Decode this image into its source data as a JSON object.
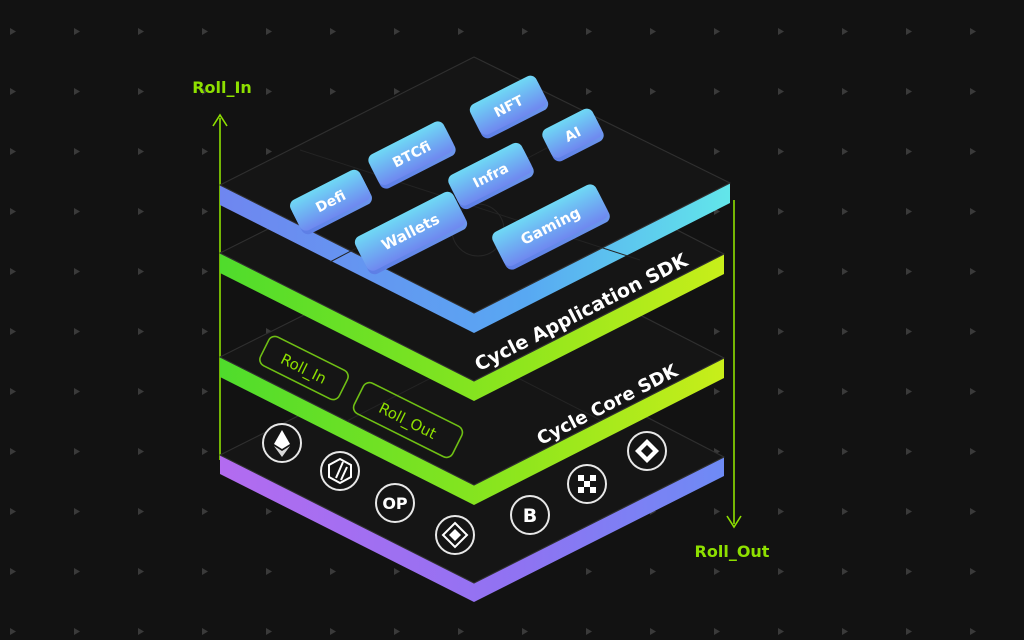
{
  "labels": {
    "roll_in": "Roll_In",
    "roll_out": "Roll_Out"
  },
  "layers": {
    "application_sdk": "Cycle Application SDK",
    "core_sdk": "Cycle Core SDK"
  },
  "app_tiles": {
    "nft": "NFT",
    "ai": "AI",
    "btcfi": "BTCfi",
    "infra": "Infra",
    "defi": "Defi",
    "wallets": "Wallets",
    "gaming": "Gaming"
  },
  "core_badges": {
    "roll_in": "Roll_In",
    "roll_out": "Roll_Out"
  },
  "chain_icons": [
    "ethereum-icon",
    "arbitrum-icon",
    "optimism-icon",
    "bnb-icon",
    "base-icon",
    "okx-icon",
    "mantle-icon"
  ],
  "chain_icon_text": {
    "optimism": "OP",
    "base": "B"
  },
  "colors": {
    "background": "#121212",
    "accent_green": "#8ee000",
    "tile_blue": "#5f86f2",
    "tile_cyan": "#5fd7f5",
    "layer_purple": "#a56cf0",
    "layer_green": "#6ee21a"
  }
}
